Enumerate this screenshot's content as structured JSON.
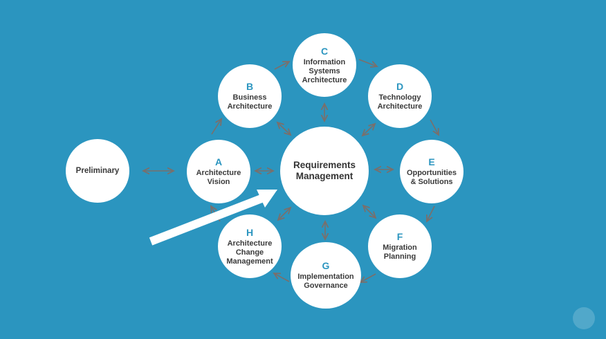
{
  "diagram": {
    "colors": {
      "background": "#2b95bf",
      "node_fill": "#ffffff",
      "letter": "#2b95bf",
      "label": "#3a3a3a",
      "connector": "#7a6f6b",
      "pointer": "#ffffff"
    },
    "center": {
      "label": "Requirements\nManagement"
    },
    "preliminary": {
      "label": "Preliminary"
    },
    "phases": [
      {
        "id": "A",
        "letter": "A",
        "label": "Architecture\nVision"
      },
      {
        "id": "B",
        "letter": "B",
        "label": "Business\nArchitecture"
      },
      {
        "id": "C",
        "letter": "C",
        "label": "Information\nSystems\nArchitecture"
      },
      {
        "id": "D",
        "letter": "D",
        "label": "Technology\nArchitecture"
      },
      {
        "id": "E",
        "letter": "E",
        "label": "Opportunities\n& Solutions"
      },
      {
        "id": "F",
        "letter": "F",
        "label": "Migration\nPlanning"
      },
      {
        "id": "G",
        "letter": "G",
        "label": "Implementation\nGovernance"
      },
      {
        "id": "H",
        "letter": "H",
        "label": "Architecture\nChange\nManagement"
      }
    ]
  }
}
